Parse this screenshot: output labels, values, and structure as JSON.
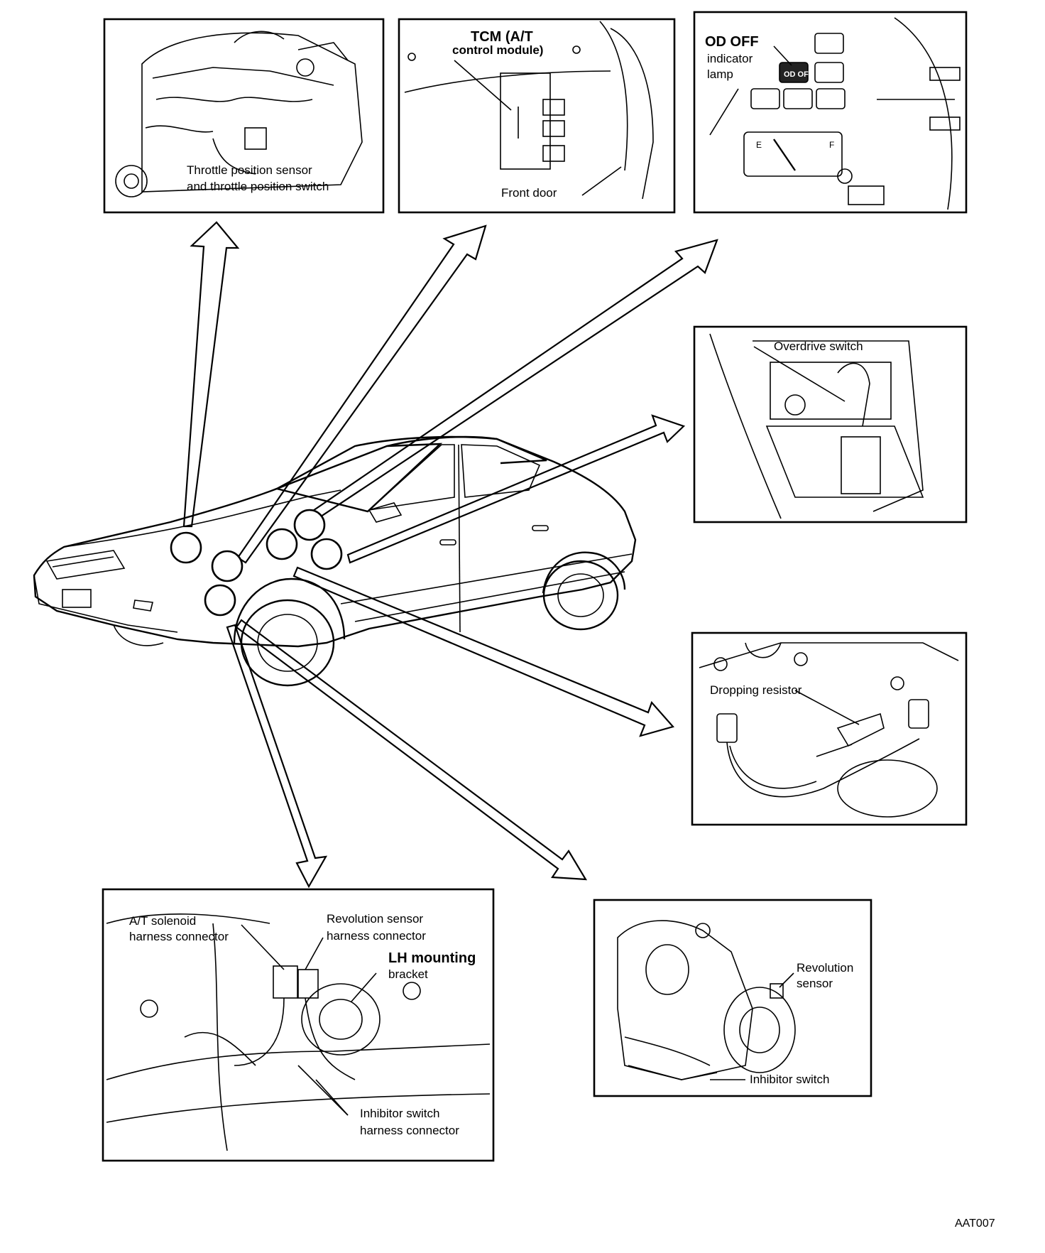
{
  "panels": {
    "throttle": {
      "line1": "Throttle position sensor",
      "line2": "and throttle position switch"
    },
    "tcm": {
      "line1": "TCM (A/T",
      "line2": "control module)",
      "door": "Front door"
    },
    "odoff": {
      "title": "OD OFF",
      "line1": "indicator",
      "line2": "lamp",
      "lamp_text": "OD OFF",
      "gauge_e": "E",
      "gauge_f": "F"
    },
    "overdrive": {
      "label": "Overdrive switch"
    },
    "resistor": {
      "label": "Dropping resistor"
    },
    "harness": {
      "solenoid1": "A/T solenoid",
      "solenoid2": "harness connector",
      "rev1": "Revolution sensor",
      "rev2": "harness connector",
      "lh1": "LH mounting",
      "lh2": "bracket",
      "inh1": "Inhibitor switch",
      "inh2": "harness connector"
    },
    "transmission": {
      "rev1": "Revolution",
      "rev2": "sensor",
      "inhibitor": "Inhibitor switch"
    }
  },
  "figure_code": "AAT007"
}
